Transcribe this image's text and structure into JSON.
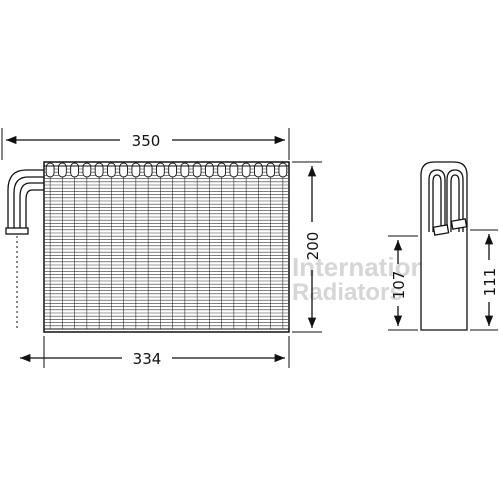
{
  "dimensions": {
    "top_width": "350",
    "bottom_width": "334",
    "height": "200",
    "side_inner_height": "107",
    "side_outer_height": "111"
  },
  "watermark": {
    "line1": "International",
    "line2": "Radiators"
  },
  "colors": {
    "line": "#111111",
    "watermark": "#cfcfcf",
    "background": "#ffffff"
  }
}
